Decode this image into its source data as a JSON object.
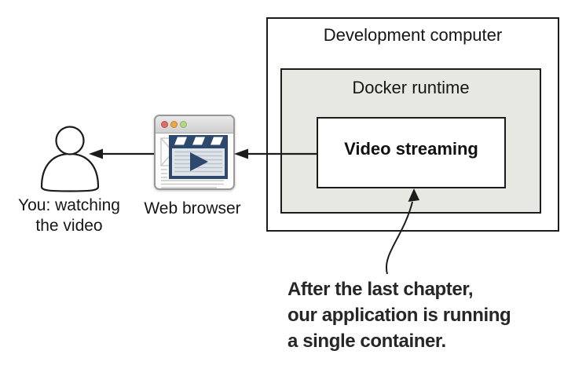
{
  "boxes": {
    "development_computer": "Development computer",
    "docker_runtime": "Docker runtime",
    "video_streaming": "Video streaming"
  },
  "labels": {
    "user_line1": "You: watching",
    "user_line2": "the video",
    "web_browser": "Web browser"
  },
  "annotation": {
    "line1": "After the last chapter,",
    "line2": "our application is running",
    "line3": "a single container."
  },
  "icons": {
    "user": "person-outline-icon",
    "browser": "browser-window-icon",
    "browser_buttons": [
      "close-red",
      "minimize-orange",
      "zoom-green"
    ],
    "video_player": "video-clapperboard-icon",
    "play": "play-icon",
    "flow": [
      "arrow-video-to-browser",
      "arrow-browser-to-user",
      "annotation-curved-arrow"
    ]
  },
  "colors": {
    "box_border": "#1c1c1c",
    "docker_fill": "#e8e8e3",
    "clapper_navy": "#2d4a6e",
    "browser_border": "#989898",
    "btn_red": "#df6d64",
    "btn_orange": "#e9a84c",
    "btn_green": "#b5d48f",
    "arrow": "#1c1c1c",
    "page_mock_gray": "#c9c9c9"
  }
}
